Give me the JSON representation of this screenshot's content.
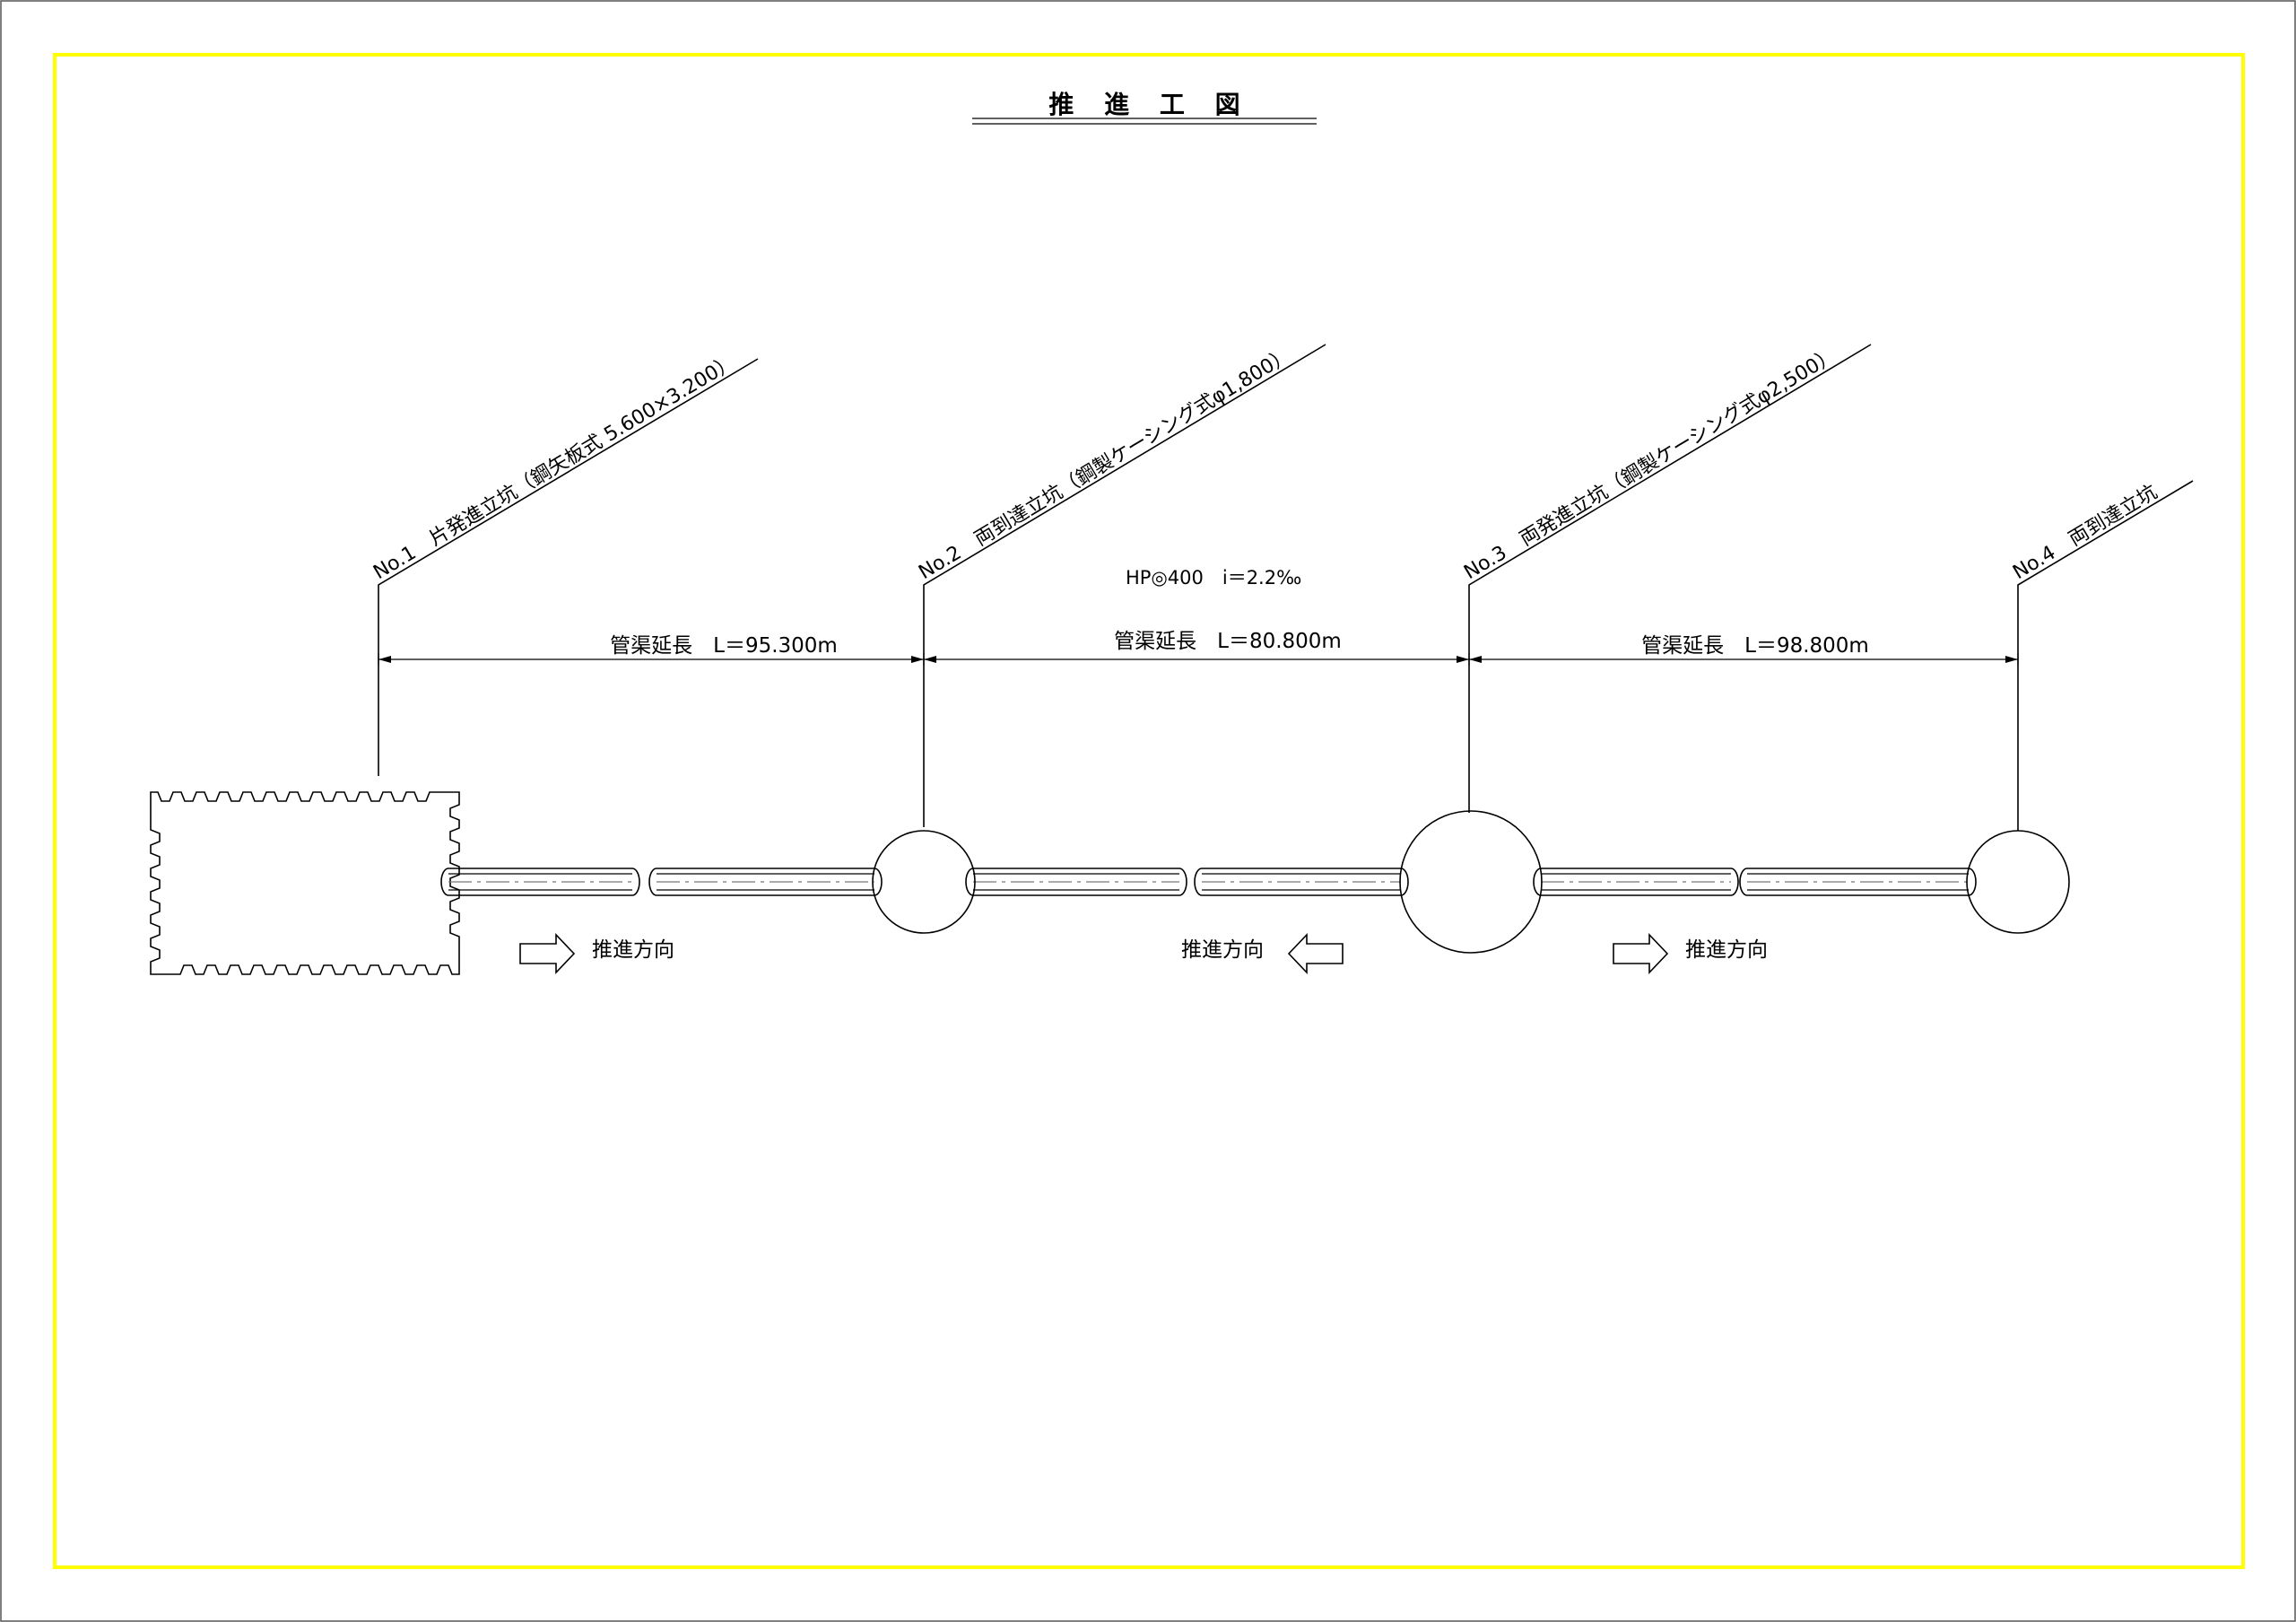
{
  "title": "推 進 工 図",
  "pipe_spec": "HP◎400　i＝2.2‰",
  "colors": {
    "frame": "#ffff00",
    "ink": "#000000"
  },
  "shafts": [
    {
      "label": "No.1　片発進立坑（鋼矢板式 5.600×3.200）"
    },
    {
      "label": "No.2　両到達立坑（鋼製ケーシング式φ1,800）"
    },
    {
      "label": "No.3　両発進立坑（鋼製ケーシング式φ2,500）"
    },
    {
      "label": "No.4　両到達立坑"
    }
  ],
  "lengths": [
    {
      "label": "管渠延長　L＝95.300m"
    },
    {
      "label": "管渠延長　L＝80.800m"
    },
    {
      "label": "管渠延長　L＝98.800m"
    }
  ],
  "directions": [
    {
      "label": "推進方向",
      "arrow": "right"
    },
    {
      "label": "推進方向",
      "arrow": "left"
    },
    {
      "label": "推進方向",
      "arrow": "right"
    }
  ]
}
